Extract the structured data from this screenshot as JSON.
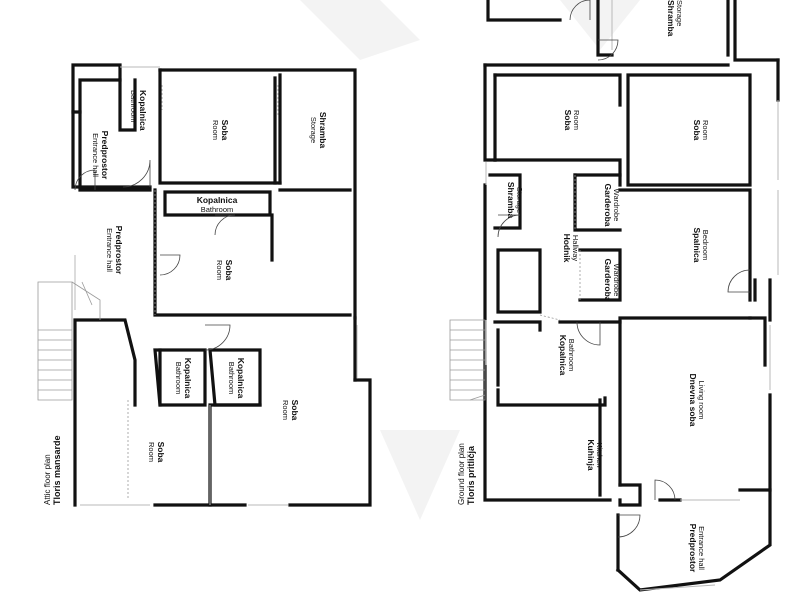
{
  "plans": {
    "attic": {
      "title": "Tloris mansarde",
      "subtitle": "Attic floor plan",
      "rooms": [
        {
          "name": "Kopalnica",
          "en": "Bathroom"
        },
        {
          "name": "Soba",
          "en": "Room"
        },
        {
          "name": "Shramba",
          "en": "Storage"
        },
        {
          "name": "Predprostor",
          "en": "Entrance hall"
        },
        {
          "name": "Kopalnica",
          "en": "Bathroom"
        },
        {
          "name": "Predprostor",
          "en": "Entrance hall"
        },
        {
          "name": "Soba",
          "en": "Room"
        },
        {
          "name": "Kopalnica",
          "en": "Bathroom"
        },
        {
          "name": "Kopalnica",
          "en": "Bathroom"
        },
        {
          "name": "Soba",
          "en": "Room"
        },
        {
          "name": "Soba",
          "en": "Room"
        }
      ]
    },
    "ground": {
      "title": "Tloris pritličja",
      "subtitle": "Ground floor plan",
      "rooms": [
        {
          "name": "Shramba",
          "en": "Storage"
        },
        {
          "name": "Soba",
          "en": "Room"
        },
        {
          "name": "Soba",
          "en": "Room"
        },
        {
          "name": "Shramba",
          "en": "Storage"
        },
        {
          "name": "Hodnik",
          "en": "Hallway"
        },
        {
          "name": "Garderoba",
          "en": "Wardrobe"
        },
        {
          "name": "Garderoba",
          "en": "Wardrobe"
        },
        {
          "name": "Spalnica",
          "en": "Bedroom"
        },
        {
          "name": "Kopalnica",
          "en": "Bathroom"
        },
        {
          "name": "Dnevna soba",
          "en": "Living room"
        },
        {
          "name": "Kuhinja",
          "en": "Kitchen"
        },
        {
          "name": "Predprostor",
          "en": "Entrance hall"
        }
      ]
    }
  }
}
